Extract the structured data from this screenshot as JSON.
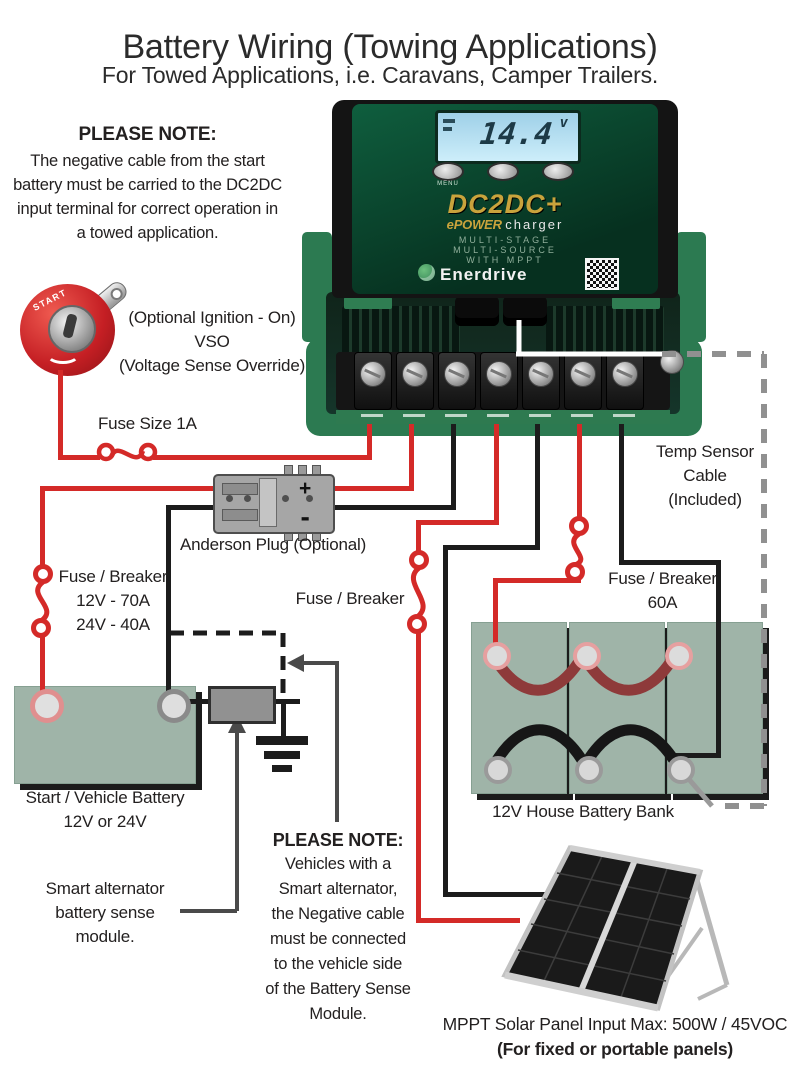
{
  "page": {
    "title": "Battery Wiring (Towing Applications)",
    "subtitle": "For Towed Applications, i.e. Caravans, Camper Trailers."
  },
  "note_top": {
    "heading": "PLEASE NOTE:",
    "lines": [
      "The negative cable from the start",
      "battery must be carried to the DC2DC",
      "input terminal for correct operation in",
      "a towed application."
    ]
  },
  "ignition": {
    "label1": "(Optional Ignition - On)",
    "label2": "VSO",
    "label3": "(Voltage Sense Override)",
    "switch_text": "START"
  },
  "charger": {
    "display_value": "14.4",
    "display_unit": "v",
    "menu_label": "MENU",
    "model": "DC2DC+",
    "tagline_brand": "ePOWER",
    "tagline_rest": "charger",
    "feature1": "MULTI-STAGE",
    "feature2": "MULTI-SOURCE",
    "feature3": "WITH MPPT",
    "brand": "Enerdrive"
  },
  "fuses": {
    "vso": "Fuse Size 1A",
    "left1": "Fuse / Breaker",
    "left2": "12V - 70A",
    "left3": "24V - 40A",
    "center": "Fuse / Breaker",
    "right1": "Fuse / Breaker",
    "right2": "60A"
  },
  "anderson": {
    "label": "Anderson Plug (Optional)",
    "plus": "+",
    "minus": "-"
  },
  "temp_sensor": {
    "line1": "Temp Sensor",
    "line2": "Cable",
    "line3": "(Included)"
  },
  "start_battery": {
    "line1": "Start / Vehicle Battery",
    "line2": "12V or 24V"
  },
  "house_bank": {
    "label": "12V House Battery Bank"
  },
  "smart_module": {
    "line1": "Smart alternator",
    "line2": "battery sense",
    "line3": "module."
  },
  "note_bottom": {
    "heading": "PLEASE NOTE:",
    "lines": [
      "Vehicles with a",
      "Smart alternator,",
      "the Negative cable",
      "must be connected",
      "to the vehicle side",
      "of the Battery Sense",
      "Module."
    ]
  },
  "solar": {
    "line1": "MPPT Solar Panel Input Max: 500W / 45VOC",
    "line2": "(For fixed or portable panels)"
  },
  "colors": {
    "wire_red": "#d42a28",
    "wire_black": "#1c1c1c",
    "battery_green": "#9fb4a8",
    "annotation_gray": "#4a4a4a",
    "temp_dash_gray": "#909090",
    "brand_gold": "#c9a33c",
    "switch_red": "#c51f24"
  }
}
